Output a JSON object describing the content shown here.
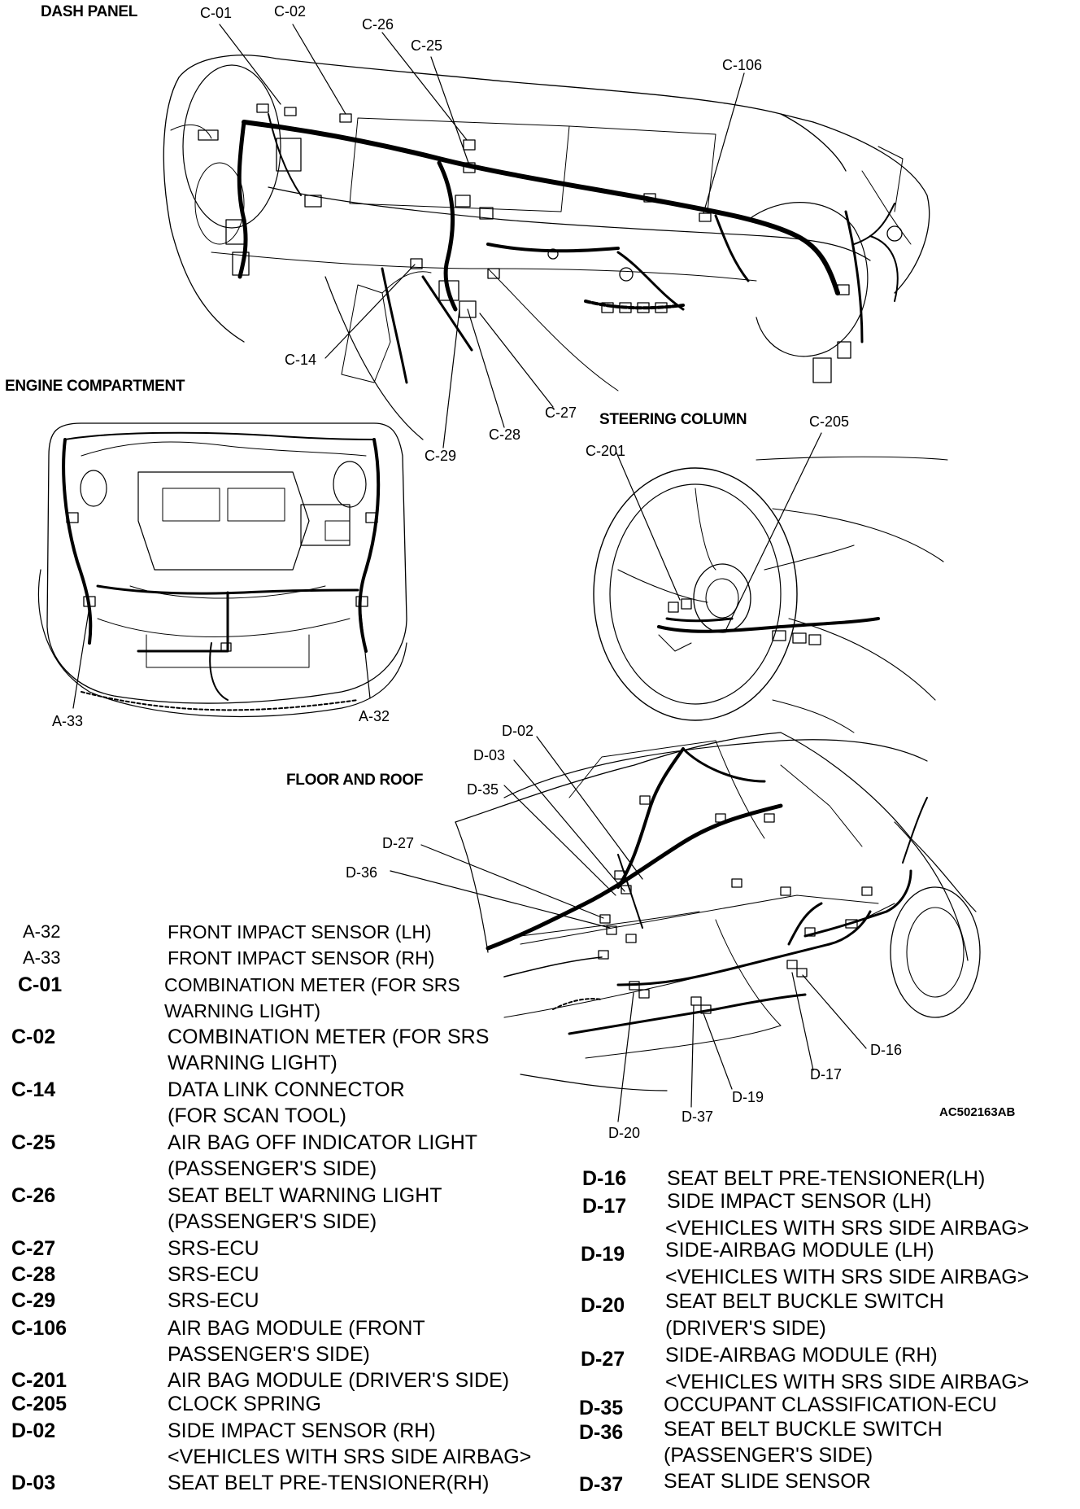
{
  "sections": {
    "dash_panel": "DASH PANEL",
    "engine_compartment": "ENGINE COMPARTMENT",
    "steering_column": "STEERING COLUMN",
    "floor_and_roof": "FLOOR AND ROOF"
  },
  "callouts": {
    "c01": "C-01",
    "c02": "C-02",
    "c26": "C-26",
    "c25": "C-25",
    "c106": "C-106",
    "c14": "C-14",
    "c27": "C-27",
    "c28": "C-28",
    "c29": "C-29",
    "a33": "A-33",
    "a32": "A-32",
    "c201": "C-201",
    "c205": "C-205",
    "d02": "D-02",
    "d03": "D-03",
    "d35": "D-35",
    "d27": "D-27",
    "d36": "D-36",
    "d16": "D-16",
    "d17": "D-17",
    "d19": "D-19",
    "d37": "D-37",
    "d20": "D-20"
  },
  "figure_ref": "AC502163AB",
  "legend_left": [
    {
      "code": "A-32",
      "lines": [
        "FRONT IMPACT SENSOR (LH)"
      ]
    },
    {
      "code": "A-33",
      "lines": [
        "FRONT IMPACT SENSOR (RH)"
      ]
    },
    {
      "code": "C-01",
      "lines": [
        "COMBINATION METER (FOR SRS",
        "WARNING LIGHT)"
      ]
    },
    {
      "code": "C-02",
      "lines": [
        "COMBINATION METER (FOR SRS",
        "WARNING LIGHT)"
      ]
    },
    {
      "code": "C-14",
      "lines": [
        "DATA LINK CONNECTOR",
        "(FOR SCAN TOOL)"
      ]
    },
    {
      "code": "C-25",
      "lines": [
        "AIR BAG OFF INDICATOR LIGHT",
        "(PASSENGER'S SIDE)"
      ]
    },
    {
      "code": "C-26",
      "lines": [
        "SEAT BELT WARNING LIGHT",
        "(PASSENGER'S SIDE)"
      ]
    },
    {
      "code": "C-27",
      "lines": [
        "SRS-ECU"
      ]
    },
    {
      "code": "C-28",
      "lines": [
        "SRS-ECU"
      ]
    },
    {
      "code": "C-29",
      "lines": [
        "SRS-ECU"
      ]
    },
    {
      "code": "C-106",
      "lines": [
        "AIR BAG MODULE (FRONT",
        "PASSENGER'S SIDE)"
      ]
    },
    {
      "code": "C-201",
      "lines": [
        "AIR BAG MODULE (DRIVER'S SIDE)"
      ]
    },
    {
      "code": "C-205",
      "lines": [
        "CLOCK SPRING"
      ]
    },
    {
      "code": "D-02",
      "lines": [
        "SIDE IMPACT SENSOR (RH)",
        "<VEHICLES WITH SRS SIDE AIRBAG>"
      ]
    },
    {
      "code": "D-03",
      "lines": [
        "SEAT BELT PRE-TENSIONER(RH)"
      ]
    }
  ],
  "legend_right": [
    {
      "code": "D-16",
      "lines": [
        "SEAT BELT PRE-TENSIONER(LH)"
      ]
    },
    {
      "code": "D-17",
      "lines": [
        "SIDE IMPACT SENSOR (LH)",
        "<VEHICLES WITH SRS SIDE AIRBAG>"
      ]
    },
    {
      "code": "D-19",
      "lines": [
        "SIDE-AIRBAG MODULE (LH)",
        "<VEHICLES WITH SRS SIDE AIRBAG>"
      ]
    },
    {
      "code": "D-20",
      "lines": [
        "SEAT BELT BUCKLE SWITCH",
        "(DRIVER'S SIDE)"
      ]
    },
    {
      "code": "D-27",
      "lines": [
        "SIDE-AIRBAG MODULE (RH)",
        "<VEHICLES WITH SRS SIDE AIRBAG>"
      ]
    },
    {
      "code": "D-35",
      "lines": [
        "OCCUPANT CLASSIFICATION-ECU"
      ]
    },
    {
      "code": "D-36",
      "lines": [
        "SEAT BELT BUCKLE SWITCH",
        "(PASSENGER'S SIDE)"
      ]
    },
    {
      "code": "D-37",
      "lines": [
        "SEAT SLIDE SENSOR"
      ]
    }
  ]
}
